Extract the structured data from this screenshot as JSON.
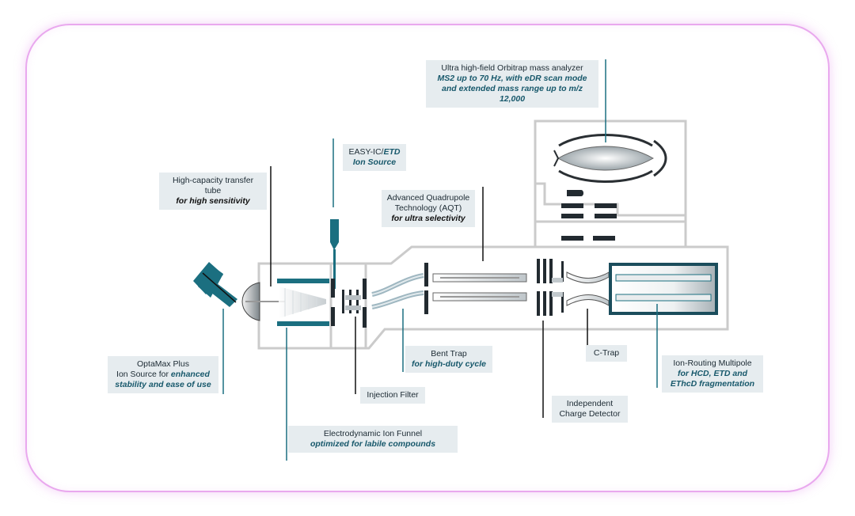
{
  "colors": {
    "frame": "#e9a8ee",
    "teal": "#1b6f80",
    "dark": "#222a30",
    "outline": "#c9c9c9",
    "label_bg": "#e6ecef"
  },
  "labels": {
    "orbitrap": {
      "line1": "Ultra high-field Orbitrap mass analyzer",
      "line2": "MS2 up to 70 Hz, with eDR scan mode",
      "line3": "and extended mass range up to m/z 12,000"
    },
    "easy_ic": {
      "line1": "EASY-IC/",
      "line1_em": "ETD",
      "line2": "Ion Source"
    },
    "transfer_tube": {
      "line1": "High-capacity transfer tube",
      "line2": "for high sensitivity"
    },
    "aqt": {
      "line1": "Advanced Quadrupole",
      "line2": "Technology (AQT)",
      "line3": "for ultra selectivity"
    },
    "optamax": {
      "line1": "OptaMax Plus",
      "line2_pre": "Ion Source for ",
      "line2_em": "enhanced",
      "line3": "stability and ease of use"
    },
    "bent_trap": {
      "line1": "Bent Trap",
      "line2": "for high-duty cycle"
    },
    "injection_filter": {
      "line1": "Injection Filter"
    },
    "c_trap": {
      "line1": "C-Trap"
    },
    "ion_routing": {
      "line1": "Ion-Routing Multipole",
      "line2": "for HCD, ETD and",
      "line3": "EThcD fragmentation"
    },
    "charge_detector": {
      "line1": "Independent",
      "line2": "Charge Detector"
    },
    "ion_funnel": {
      "line1": "Electrodynamic Ion Funnel",
      "line2": "optimized for labile compounds"
    }
  }
}
